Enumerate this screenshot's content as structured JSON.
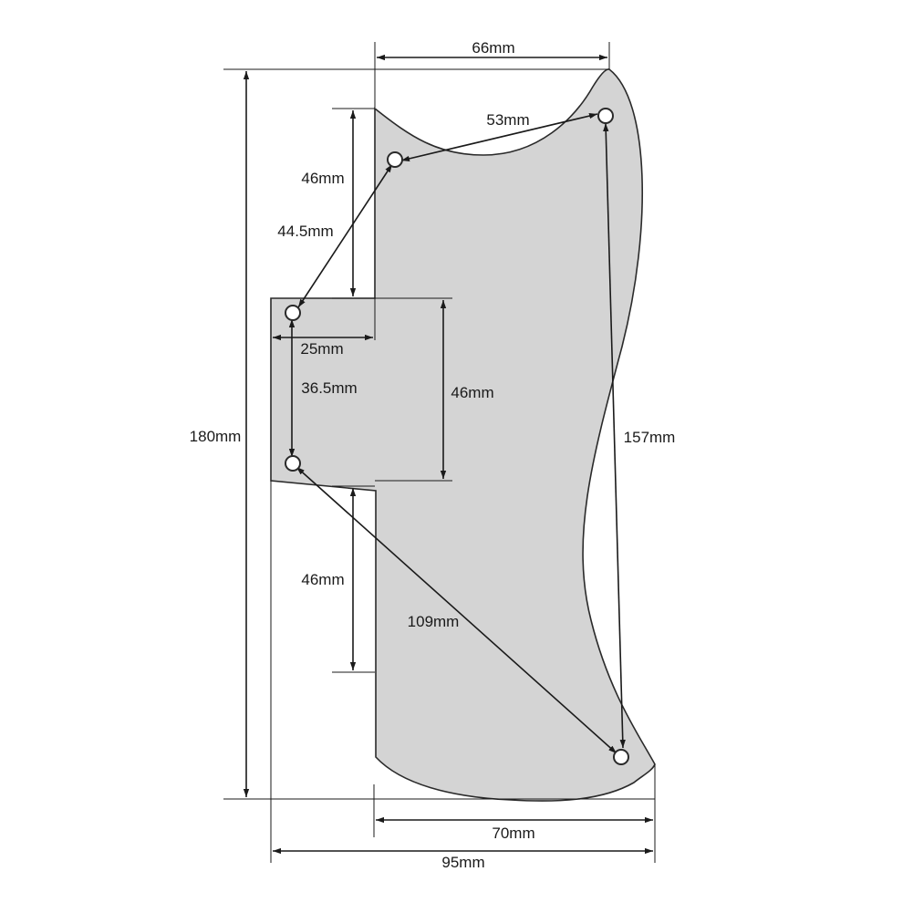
{
  "colors": {
    "plate_fill": "#d4d4d4",
    "plate_stroke": "#2a2a2a",
    "dimension_line": "#1a1a1a",
    "hole_fill": "#ffffff",
    "text": "#1a1a1a"
  },
  "labels": {
    "top_width": "66mm",
    "upper_hole_span": "53mm",
    "upper_left_height": "46mm",
    "diag_upper_left": "44.5mm",
    "step_width": "25mm",
    "left_hole_span": "36.5mm",
    "step_height": "46mm",
    "total_height": "180mm",
    "right_hole_span": "157mm",
    "lower_left_height": "46mm",
    "diag_lower": "109mm",
    "bottom_width": "70mm",
    "overall_width": "95mm"
  }
}
